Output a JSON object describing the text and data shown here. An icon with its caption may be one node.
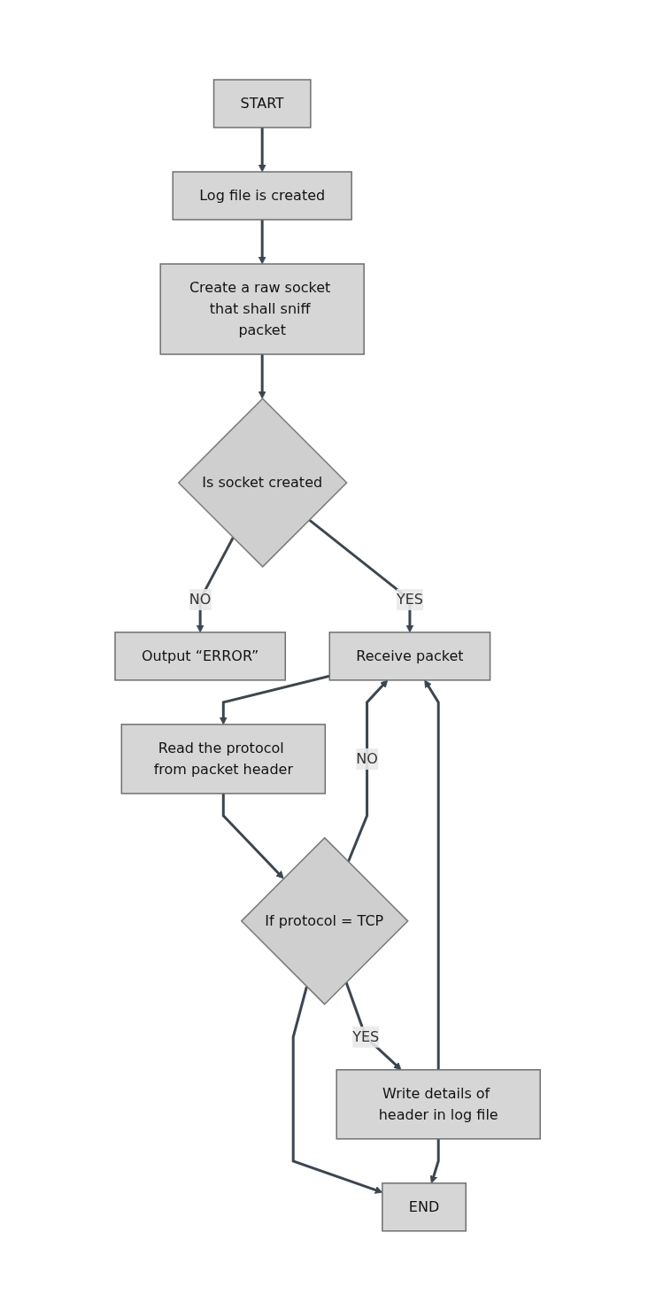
{
  "diagram": {
    "nodes": [
      {
        "text": [
          "START"
        ]
      },
      {
        "text": [
          "Log file is created"
        ]
      },
      {
        "text": [
          "Create a raw socket that shall sniff packet"
        ]
      },
      {
        "text": [
          "Is socket created"
        ]
      },
      {
        "text": [
          "Output “ERROR”"
        ]
      },
      {
        "text": [
          "Receive packet"
        ]
      },
      {
        "text": [
          "Read the protocol from packet header"
        ]
      },
      {
        "text": [
          "If protocol = TCP"
        ]
      },
      {
        "text": [
          "Write details of header in log file"
        ]
      },
      {
        "text": [
          "END"
        ]
      }
    ],
    "edges": [
      {
        "from": 0,
        "to": 1,
        "arrow": "to"
      },
      {
        "from": 1,
        "to": 2,
        "arrow": "to"
      },
      {
        "from": 2,
        "to": 3,
        "arrow": "to"
      },
      {
        "from": 3,
        "to": 4,
        "arrow": "to",
        "label": "NO"
      },
      {
        "from": 3,
        "to": 5,
        "arrow": "to",
        "label": "YES"
      },
      {
        "from": 5,
        "to": 6,
        "arrow": "to"
      },
      {
        "from": 6,
        "to": 7,
        "arrow": "to"
      },
      {
        "from": 7,
        "to": 8,
        "arrow": "to",
        "label": "YES"
      },
      {
        "from": 7,
        "to": 5,
        "arrow": "to",
        "label": "NO"
      },
      {
        "from": 8,
        "to": 5,
        "arrow": "to"
      },
      {
        "from": 7,
        "to": 9,
        "arrow": "to"
      },
      {
        "from": 8,
        "to": 9,
        "arrow": "to"
      }
    ]
  }
}
